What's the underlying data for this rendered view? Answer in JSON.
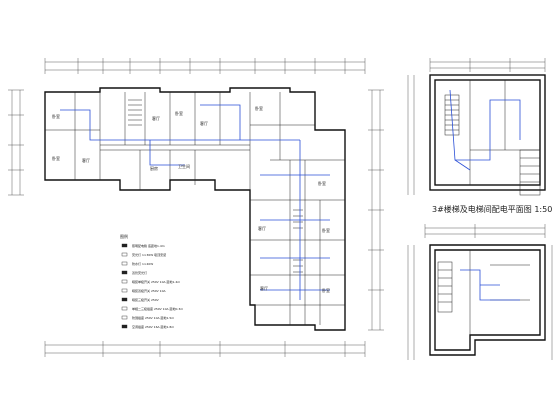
{
  "drawing": {
    "detail_title": "3#楼梯及电梯间配电平面图 1:50"
  },
  "legend": {
    "header": "图例",
    "items": [
      "照明配电箱 底距地1.4m",
      "荧光灯 1×36W 吸顶安装",
      "防水灯 1×40W",
      "双管荧光灯",
      "暗装单极开关 250V 10A 距地1.4m",
      "暗装双极开关 250V 10A",
      "暗装三极开关 250V",
      "单相二三极插座 250V 10A 距地0.3m",
      "防溅插座 250V 10A 距地1.5m",
      "空调插座 250V 16A 距地1.8m"
    ]
  },
  "main_plan": {
    "rooms": [
      "卧室",
      "客厅",
      "卧室",
      "客厅",
      "卧室",
      "客厅",
      "卧室",
      "厨房",
      "卫生间",
      "卧室",
      "客厅",
      "卧室",
      "客厅",
      "卧室"
    ]
  }
}
